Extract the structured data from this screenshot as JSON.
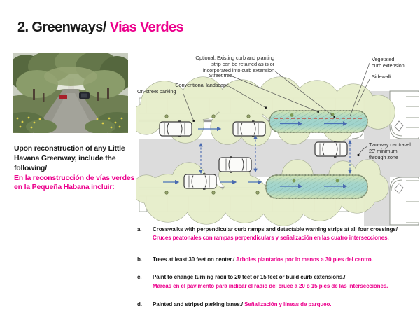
{
  "accent_color": "#ec008c",
  "title": {
    "black": "2. Greenways/",
    "pink": " Vias Verdes"
  },
  "intro": {
    "english": "Upon reconstruction of any Little Havana Greenway, include the following/",
    "spanish": "En la reconstrucción de vías verdes en la Pequeña Habana incluir:"
  },
  "diagram": {
    "labels": {
      "optional": [
        "Optional: Existing curb and planting",
        "strip can be retained as is or",
        "incorporated into curb extension"
      ],
      "street_tree": "Street tree",
      "conventional_landscape": "Conventional landscape",
      "on_street_parking": "On-street parking",
      "vegetated": [
        "Vegetated",
        "curb extension"
      ],
      "sidewalk": "Sidewalk",
      "two_way": [
        "Two-way car travel",
        "20' minimum",
        "through zone"
      ]
    }
  },
  "list": {
    "items": [
      {
        "letter": "a.",
        "english": "Crosswalks with perpendicular curb ramps and detectable warning strips at all four crossings/",
        "spanish": "Cruces peatonales con rampas perpendiculars y señalización en las cuatro intersecciones."
      },
      {
        "letter": "b.",
        "english": "Trees at least 30 feet on center./",
        "spanish": "Arboles plantados por lo menos a 30 pies del centro."
      },
      {
        "letter": "c.",
        "english": "Paint to change turning radii to 20 feet or 15 feet or build curb extensions./",
        "spanish": "Marcas en el pavimento para indicar el radio del cruce a 20 o 15 pies de las intersecciones."
      },
      {
        "letter": "d.",
        "english": "Painted and striped parking lanes./",
        "spanish": "Señalización y líneas de parqueo."
      }
    ]
  }
}
